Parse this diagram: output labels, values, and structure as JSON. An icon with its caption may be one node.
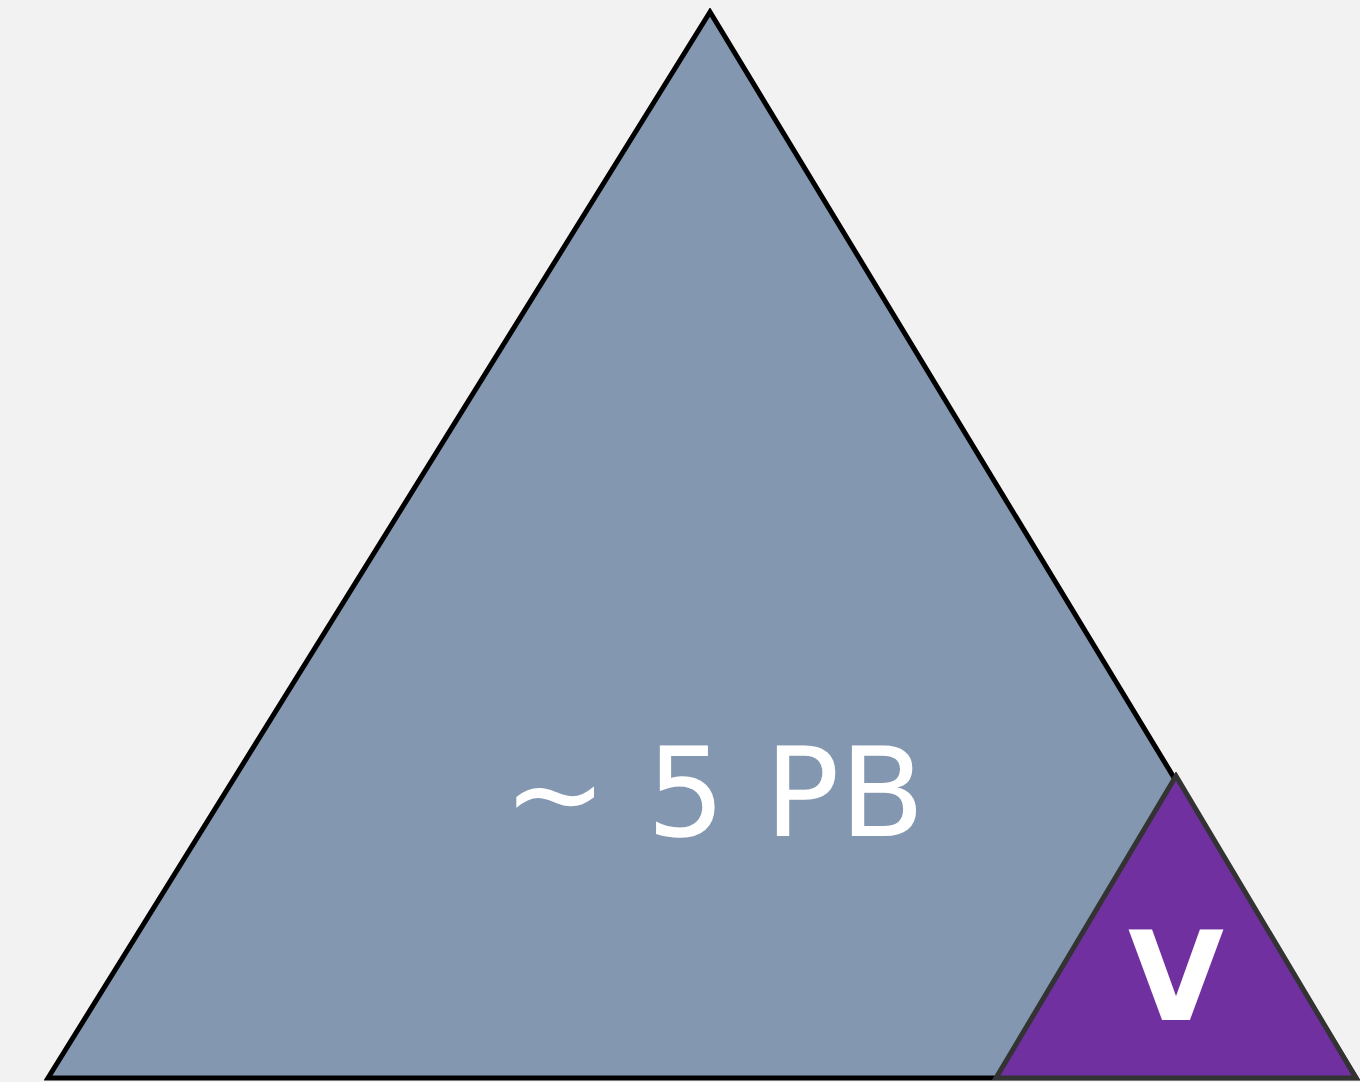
{
  "diagram": {
    "nodes": [
      {
        "text": [
          "~ 5 PB"
        ]
      },
      {
        "text": [
          "V"
        ],
        "in": 0
      }
    ]
  }
}
